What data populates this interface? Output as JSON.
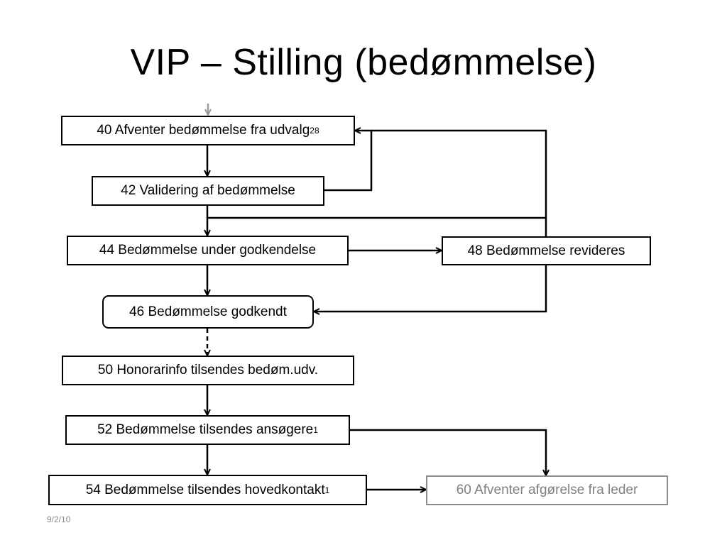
{
  "slide": {
    "title": "VIP – Stilling (bedømmelse)",
    "date": "9/2/10"
  },
  "flow": {
    "s40": {
      "label": "40 Afventer bedømmelse fra udvalg",
      "sub": "28"
    },
    "s42": {
      "label": "42 Validering af bedømmelse"
    },
    "s44": {
      "label": "44 Bedømmelse under godkendelse"
    },
    "s46": {
      "label": "46 Bedømmelse godkendt"
    },
    "s48": {
      "label": "48 Bedømmelse revideres"
    },
    "s50": {
      "label": "50 Honorarinfo tilsendes bedøm.udv."
    },
    "s52": {
      "label": "52 Bedømmelse tilsendes ansøgere",
      "sub": "1"
    },
    "s54": {
      "label": "54 Bedømmelse tilsendes hovedkontakt",
      "sub": "1"
    },
    "s60": {
      "label": "60 Afventer afgørelse fra leder"
    }
  },
  "colors": {
    "line": "#000000",
    "inactive": "#8c8c8c",
    "entry_arrow": "#999999"
  }
}
